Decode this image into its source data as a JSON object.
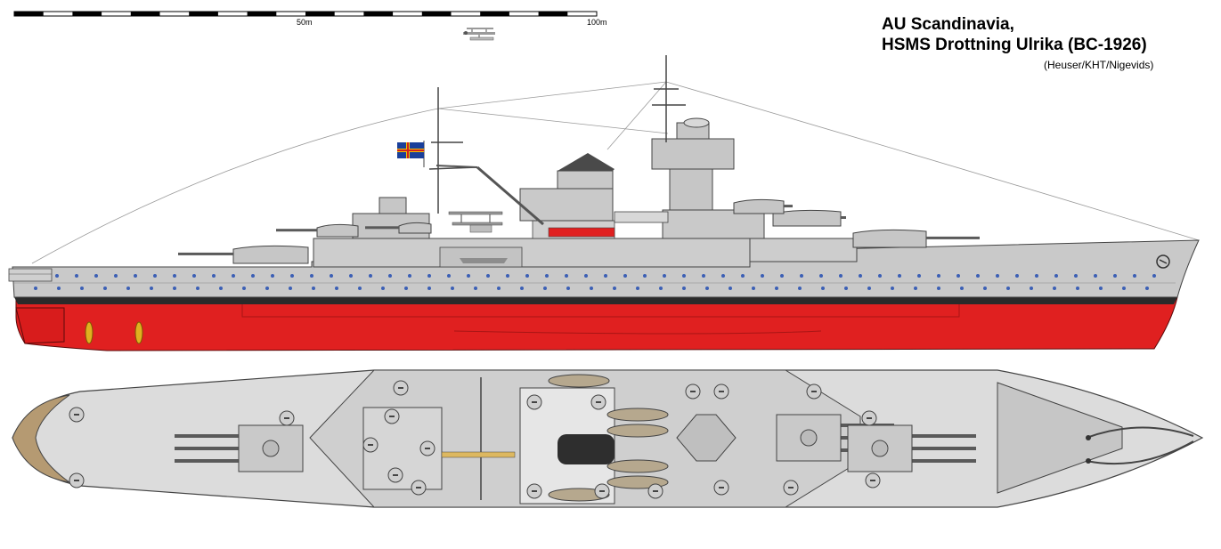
{
  "header": {
    "title_line1": "AU Scandinavia,",
    "title_line2": "HSMS Drottning Ulrika (BC-1926)",
    "credit": "(Heuser/KHT/Nigevids)"
  },
  "scale_bar": {
    "label_mid": "50m",
    "label_end": "100m"
  },
  "colors": {
    "hull_grey": "#c9c9c9",
    "superstructure_grey": "#bdbdbd",
    "deck_grey": "#dcdcdc",
    "red_hull": "#e02020",
    "boot_top": "#2a2a2a",
    "propeller": "#e0b020",
    "wood_deck": "#b59a72",
    "flag_blue": "#1a3f9a",
    "flag_red": "#d02020",
    "flag_yellow": "#f2c200"
  },
  "icons": [
    "seaplane-icon",
    "flag-icon",
    "turret-icon",
    "propeller-icon",
    "anchor-icon"
  ]
}
